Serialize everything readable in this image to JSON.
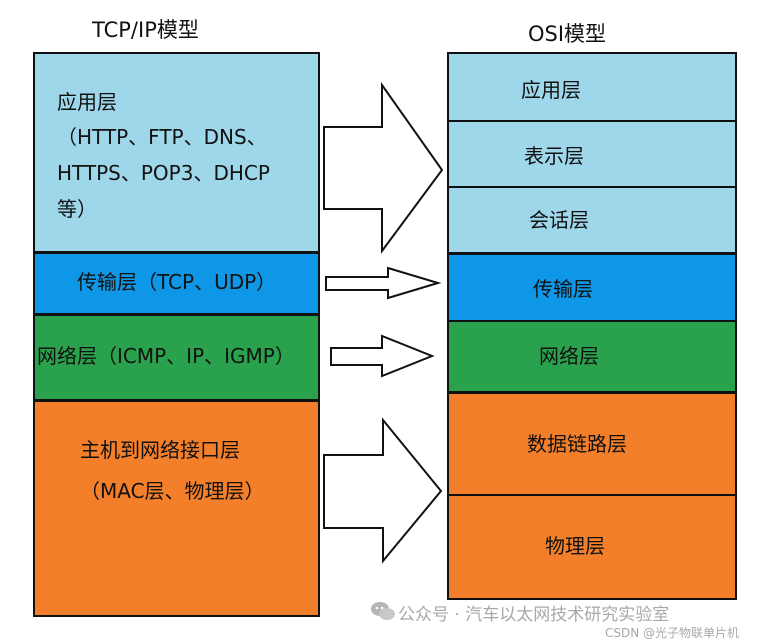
{
  "tcpip": {
    "title": "TCP/IP模型",
    "application": {
      "line1": "应用层",
      "line2": "（HTTP、FTP、DNS、",
      "line3": "HTTPS、POP3、DHCP",
      "line4": "等）"
    },
    "transport": "传输层（TCP、UDP）",
    "network": "网络层（ICMP、IP、IGMP）",
    "host_to_network": {
      "line1": "主机到网络接口层",
      "line2": "（MAC层、物理层）"
    }
  },
  "osi": {
    "title": "OSI模型",
    "layers": [
      "应用层",
      "表示层",
      "会话层",
      "传输层",
      "网络层",
      "数据链路层",
      "物理层"
    ]
  },
  "colors": {
    "application": "#9fd7ea",
    "transport": "#0e97e6",
    "network": "#2aa24d",
    "link": "#f47f2a"
  },
  "watermark": {
    "main": "公众号 · 汽车以太网技术研究实验室",
    "csdn": "CSDN @光子物联单片机"
  }
}
